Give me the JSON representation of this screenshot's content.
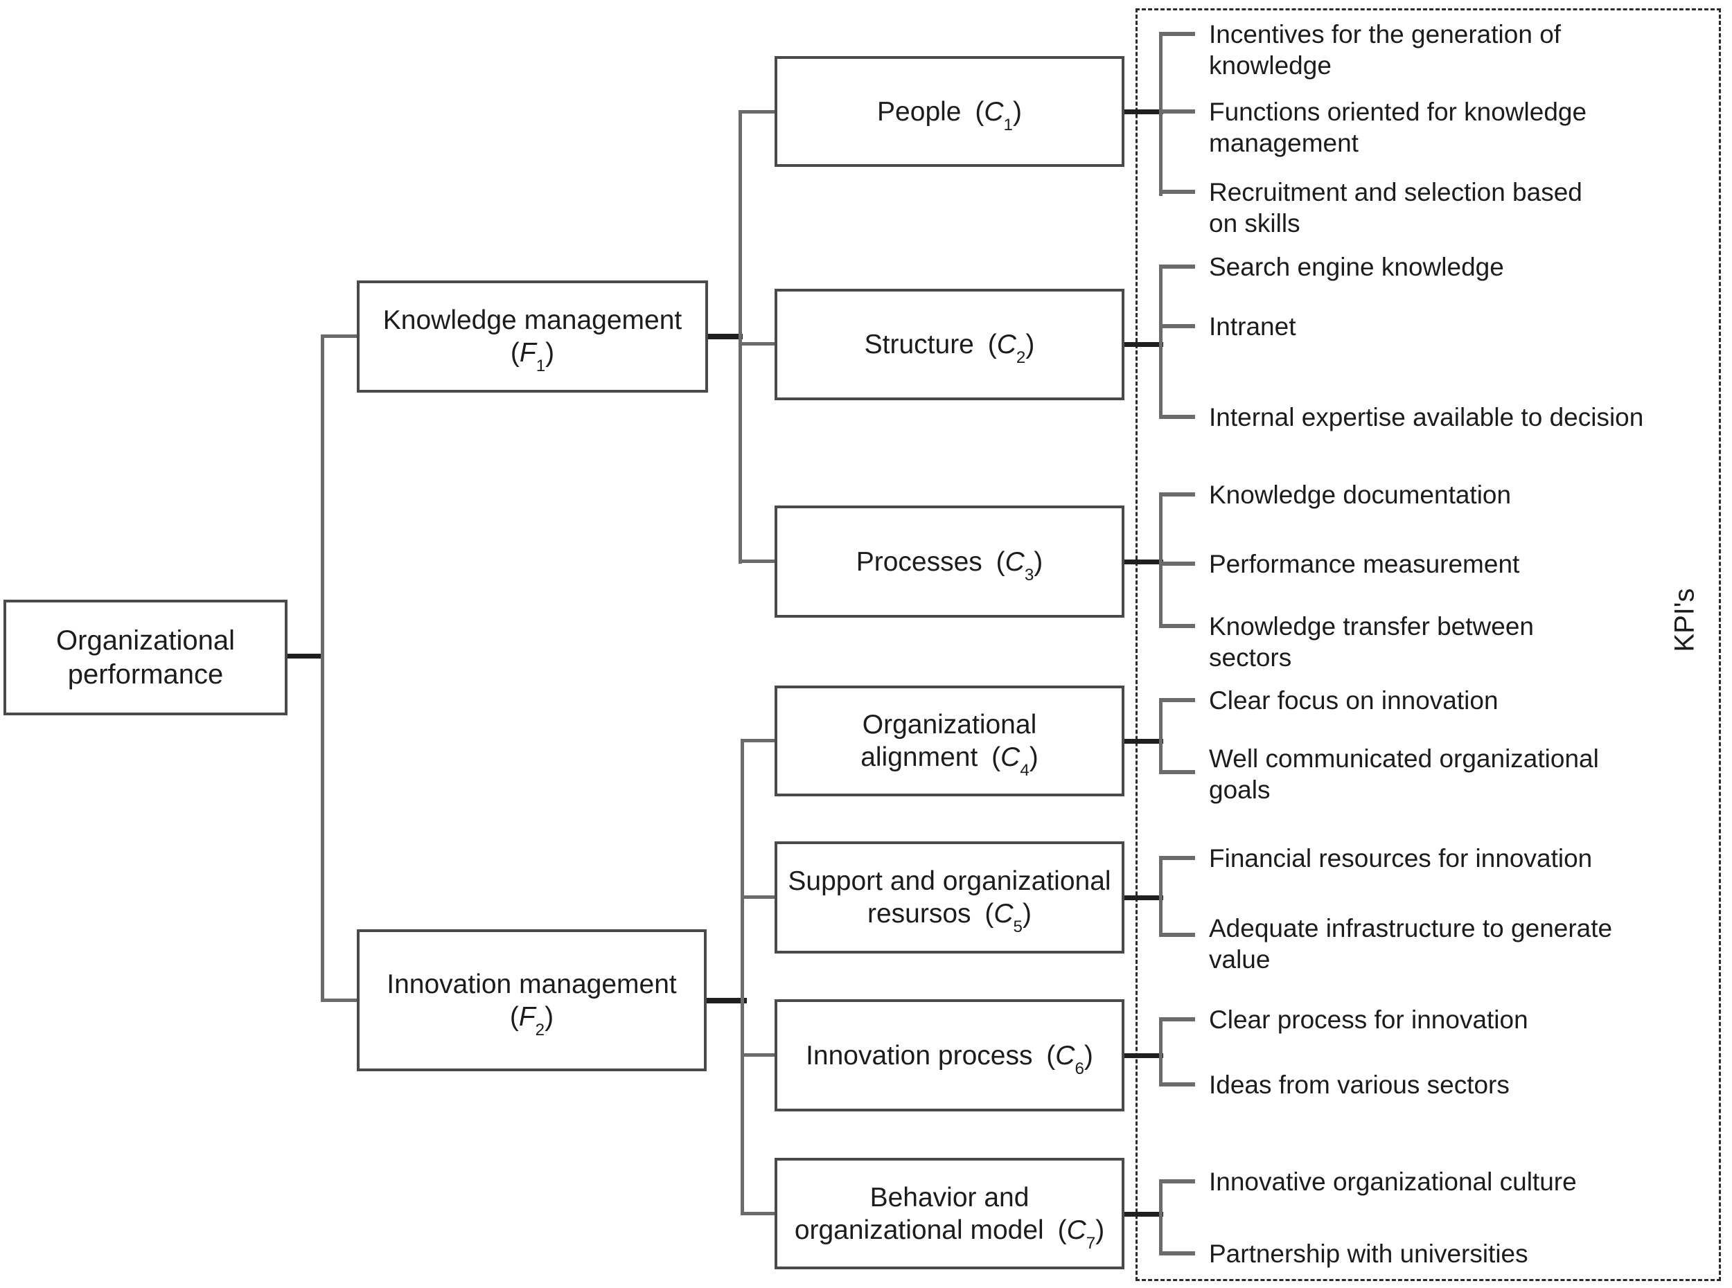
{
  "diagram": {
    "title_hint": "Hierarchy of organizational performance factors, criteria and KPIs",
    "punctuation": {
      "open": "(",
      "close": ")"
    },
    "root": {
      "label": "Organizational\nperformance"
    },
    "factors": [
      {
        "label": "Knowledge management",
        "symbol": "F",
        "subscript": "1"
      },
      {
        "label": "Innovation management",
        "symbol": "F",
        "subscript": "2"
      }
    ],
    "criteria": [
      {
        "label": "People",
        "symbol": "C",
        "subscript": "1",
        "kpis": [
          "Incentives for the generation of\nknowledge",
          "Functions oriented for knowledge\nmanagement",
          "Recruitment and selection based\non skills"
        ]
      },
      {
        "label": "Structure",
        "symbol": "C",
        "subscript": "2",
        "kpis": [
          "Search engine knowledge",
          "Intranet",
          "Internal expertise available to decision"
        ]
      },
      {
        "label": "Processes",
        "symbol": "C",
        "subscript": "3",
        "kpis": [
          "Knowledge documentation",
          "Performance measurement",
          "Knowledge transfer between\nsectors"
        ]
      },
      {
        "label": "Organizational\nalignment",
        "symbol": "C",
        "subscript": "4",
        "kpis": [
          "Clear focus on innovation",
          "Well communicated organizational\ngoals"
        ]
      },
      {
        "label": "Support and organizational\nresursos",
        "symbol": "C",
        "subscript": "5",
        "kpis": [
          "Financial resources for innovation",
          "Adequate infrastructure to generate\nvalue"
        ]
      },
      {
        "label": "Innovation process",
        "symbol": "C",
        "subscript": "6",
        "kpis": [
          "Clear process for innovation",
          "Ideas from various sectors"
        ]
      },
      {
        "label": "Behavior and\norganizational model",
        "symbol": "C",
        "subscript": "7",
        "kpis": [
          "Innovative organizational culture",
          "Partnership with universities"
        ]
      }
    ],
    "kpi_panel": {
      "label": "KPI's"
    },
    "colors": {
      "box_border": "#4a4a4a",
      "connector_thin": "#6b6b6b",
      "connector_dark": "#1f1f1f",
      "dashed_border": "#2b2b2b",
      "text": "#1c1c1c",
      "background": "#ffffff"
    }
  }
}
